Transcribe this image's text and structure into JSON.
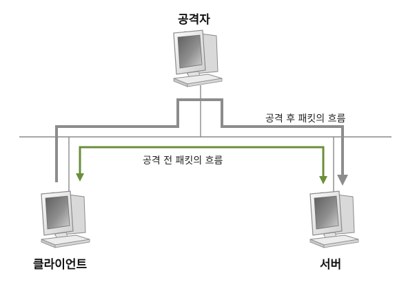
{
  "nodes": {
    "attacker": {
      "label": "공격자"
    },
    "client": {
      "label": "클라이언트"
    },
    "server": {
      "label": "서버"
    }
  },
  "flows": {
    "after_attack": {
      "label": "공격 후 패킷의 흐름",
      "color": "#8c8c8c"
    },
    "before_attack": {
      "label": "공격 전 패킷의 흐름",
      "color": "#6b8e3a"
    }
  },
  "colors": {
    "network_line": "#888888",
    "monitor_body": "#ececec",
    "monitor_outline": "#8a8a8a",
    "screen": "#7e7e7e"
  },
  "icons": {
    "computer": "computer-monitor-icon"
  }
}
